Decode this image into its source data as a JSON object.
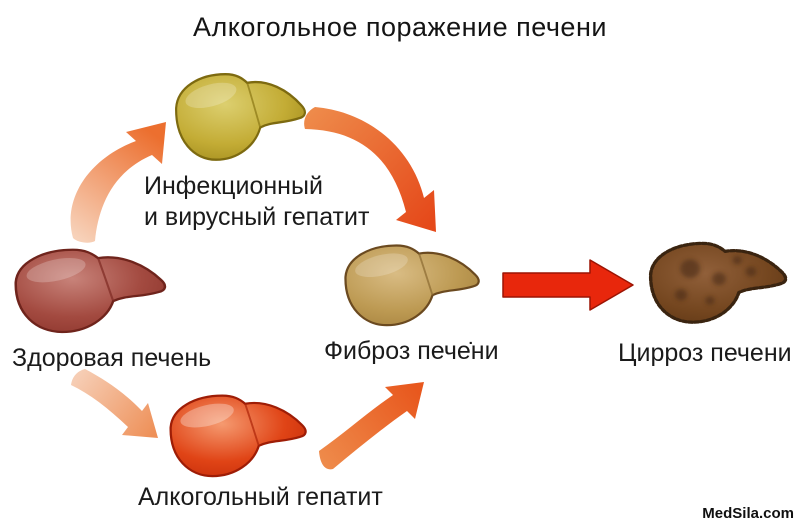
{
  "title": "Алкогольное поражение печени",
  "watermark": "MedSila.com",
  "stages": {
    "healthy": {
      "label": "Здоровая печень",
      "body_color": "#a34a40",
      "outline_color": "#6f241c"
    },
    "viral_hepatitis": {
      "label_line1": "Инфекционный",
      "label_line2": "и вирусный гепатит",
      "body_color": "#c3ac35",
      "outline_color": "#7d6a10"
    },
    "alcoholic_hepatitis": {
      "label": "Алкогольный гепатит",
      "body_color": "#e04416",
      "outline_color": "#9e1d06"
    },
    "fibrosis": {
      "label": "Фиброз пече̇ни",
      "body_color": "#bd9a53",
      "outline_color": "#6b4a20"
    },
    "cirrhosis": {
      "label": "Цирроз печени",
      "body_color": "#74461f",
      "outline_color": "#3a2410"
    }
  },
  "arrows": {
    "healthy_to_viral": {
      "from": "Здоровая печень",
      "to": "Инфекционный и вирусный гепатит",
      "color_start": "#f7d2ba",
      "color_end": "#ec6f2f"
    },
    "viral_to_fibrosis": {
      "from": "Инфекционный и вирусный гепатит",
      "to": "Фиброз печени",
      "color_start": "#ee8a4a",
      "color_end": "#e5491a"
    },
    "healthy_to_alcoholic": {
      "from": "Здоровая печень",
      "to": "Алкогольный гепатит",
      "color_start": "#f6cdb4",
      "color_end": "#ee9058"
    },
    "alcoholic_to_fibrosis": {
      "from": "Алкогольный гепатит",
      "to": "Фиброз печени",
      "color_start": "#ee8a4a",
      "color_end": "#e8581e"
    },
    "fibrosis_to_cirrhosis": {
      "from": "Фиброз печени",
      "to": "Цирроз печени",
      "color": "#e8270c"
    }
  }
}
